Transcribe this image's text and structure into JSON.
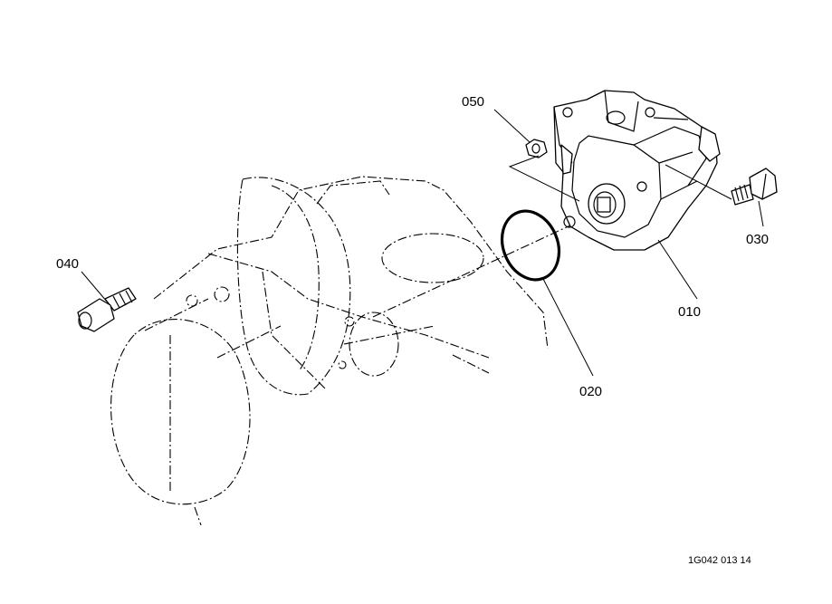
{
  "diagram": {
    "labels": {
      "p010": "010",
      "p020": "020",
      "p030": "030",
      "p040": "040",
      "p050": "050"
    },
    "drawing_code": "1G042 013 14"
  }
}
